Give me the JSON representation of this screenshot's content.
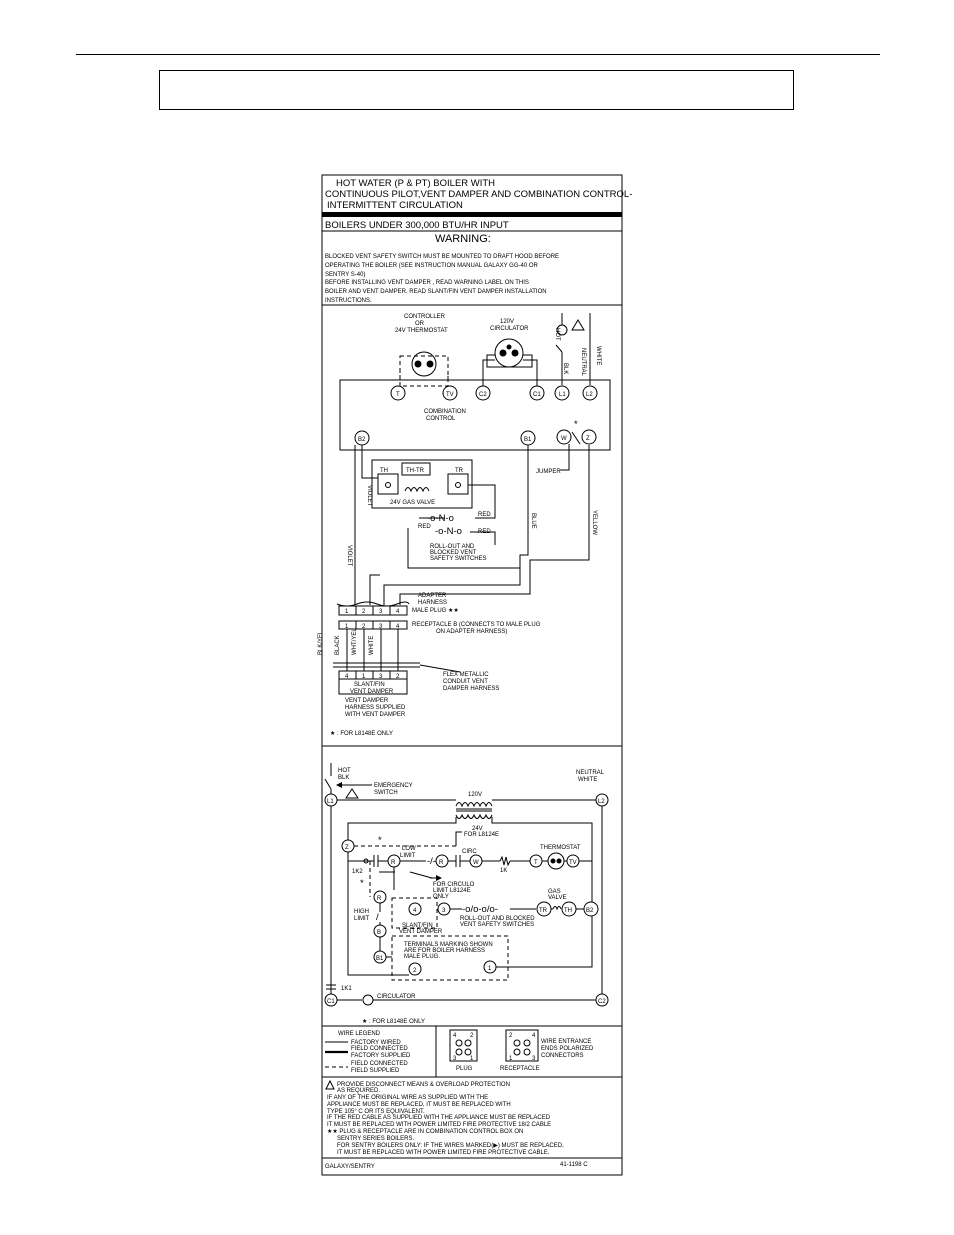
{
  "header_box_text": "",
  "title": {
    "line1": "HOT WATER (P & PT) BOILER WITH",
    "line2": "CONTINUOUS PILOT,VENT DAMPER AND COMBINATION CONTROL-",
    "line3": "INTERMITTENT CIRCULATION",
    "subtitle": "BOILERS UNDER  300,000 BTU/HR INPUT",
    "warning_heading": "WARNING:",
    "warning_lines": [
      "BLOCKED VENT SAFETY SWITCH MUST BE MOUNTED TO DRAFT HOOD BEFORE",
      "OPERATING THE BOILER (SEE INSTRUCTION MANUAL GALAXY GG-40 OR",
      "SENTRY S-40)",
      "BEFORE INSTALLING VENT DAMPER , READ WARNING LABEL ON THIS",
      "BOILER AND VENT DAMPER. READ SLANT/FIN VENT DAMPER INSTALLATION",
      "INSTRUCTIONS."
    ]
  },
  "wiring": {
    "controller_l1": "CONTROLLER",
    "controller_l2": "OR",
    "controller_l3": "24V THERMOSTAT",
    "circulator_l1": "120V",
    "circulator_l2": "CIRCULATOR",
    "hot": "HOT",
    "blk": "BLK",
    "neutral": "NEUTRAL",
    "white": "WHITE",
    "terminals": {
      "t": "T",
      "tv": "TV",
      "c2": "C2",
      "c1": "C1",
      "l1": "L1",
      "l2": "L2",
      "b2": "B2",
      "b1": "B1",
      "w": "W",
      "z": "Z"
    },
    "combination_l1": "COMBINATION",
    "combination_l2": "CONTROL",
    "jumper": "JUMPER",
    "th": "TH",
    "thtr": "TH-TR",
    "tr": "TR",
    "gas_valve": "24V GAS VALVE",
    "violet": "VIOLET",
    "blue": "BLUE",
    "yellow": "YELLOW",
    "red": "RED",
    "rollout_l1": "ROLL-OUT AND",
    "rollout_l2": "BLOCKED VENT",
    "rollout_l3": "SAFETY SWITCHES",
    "adapter_l1": "ADAPTER",
    "adapter_l2": "HARNESS",
    "male_plug": "MALE PLUG ★★",
    "receptacle_l1": "RECEPTACLE B (CONNECTS TO MALE PLUG",
    "receptacle_l2": "ON ADAPTER HARNESS)",
    "wire_colors": [
      "BLK/YEL",
      "BLACK",
      "WHT/YEL",
      "WHITE"
    ],
    "pins_top": [
      "1",
      "2",
      "3",
      "4"
    ],
    "pins_bottom": [
      "4",
      "1",
      "3",
      "2"
    ],
    "flex_l1": "FLEX METALLIC",
    "flex_l2": "CONDUIT VENT",
    "flex_l3": "DAMPER HARNESS",
    "damper_l1": "SLANT/FIN",
    "damper_l2": "VENT DAMPER",
    "harness_l1": "VENT DAMPER",
    "harness_l2": "HARNESS SUPPLIED",
    "harness_l3": "WITH VENT DAMPER",
    "footnote": "★ : FOR L8148E ONLY"
  },
  "ladder": {
    "hot": "HOT",
    "blk": "BLK",
    "emergency_l1": "EMERGENCY",
    "emergency_l2": "SWITCH",
    "neutral": "NEUTRAL",
    "white": "WHITE",
    "v120": "120V",
    "v24": "24V",
    "for_l8124e": "FOR L8124E",
    "low_l1": "LOW",
    "low_l2": "LIMIT",
    "circ": "CIRC",
    "thermostat": "THERMOSTAT",
    "k2": "1K2",
    "k1small": "1K",
    "k1": "1K1",
    "circ_limit_l1": "FOR CIRCULO",
    "circ_limit_l2": "LIMIT L8124E",
    "circ_limit_l3": "ONLY",
    "gas_l1": "GAS",
    "gas_l2": "VALVE",
    "high_l1": "HIGH",
    "high_l2": "LIMIT",
    "rollout_l1": "ROLL-OUT AND BLOCKED",
    "rollout_l2": "VENT SAFETY SWITCHES",
    "slant_l1": "SLANT/FIN",
    "slant_l2": "VENT DAMPER",
    "term_l1": "TERMINALS MARKING SHOWN",
    "term_l2": "ARE FOR BOILER HARNESS",
    "term_l3": "MALE PLUG.",
    "circulator": "CIRCULATOR",
    "footnote": "★ : FOR L8148E ONLY",
    "nodes": {
      "l1": "L1",
      "l2": "L2",
      "z": "Z",
      "r": "R",
      "w": "W",
      "t": "T",
      "tv": "TV",
      "b": "B",
      "tr": "TR",
      "th": "TH",
      "b2": "B2",
      "b1": "B1",
      "c1": "C1",
      "c2": "C2",
      "n4": "4",
      "n3": "3",
      "n2": "2",
      "n1": "1"
    }
  },
  "legend": {
    "title": "WIRE LEGEND",
    "items": [
      "FACTORY WIRED",
      "FIELD CONNECTED",
      "FACTORY SUPPLIED",
      "FIELD CONNECTED",
      "FIELD SUPPLIED"
    ],
    "plug": "PLUG",
    "receptacle": "RECEPTACLE",
    "entrance_l1": "WIRE ENTRANCE",
    "entrance_l2": "ENDS POLARIZED",
    "entrance_l3": "CONNECTORS"
  },
  "notes": [
    "PROVIDE DISCONNECT MEANS & OVERLOAD PROTECTION",
    "AS REQUIRED.",
    "IF ANY OF THE ORIGINAL WIRE AS SUPPLIED WITH THE",
    "APPLIANCE MUST BE REPLACED, IT MUST BE REPLACED WITH",
    "TYPE 105° C OR ITS EQUIVALENT.",
    "IF THE RED CABLE AS SUPPLIED WITH THE APPLIANCE MUST BE REPLACED",
    "IT MUST BE REPLACED WITH POWER LIMITED FIRE PROTECTIVE 18/2 CABLE",
    "★★ PLUG & RECEPTACLE ARE IN COMBINATION CONTROL BOX ON",
    "SENTRY SERIES BOILERS.",
    "FOR SENTRY BOILERS ONLY: IF THE WIRES MARKED(▶) MUST BE REPLACED,",
    "IT MUST BE REPLACED WITH POWER LIMITED FIRE PROTECTIVE CABLE."
  ],
  "footer": {
    "left": "GALAXY/SENTRY",
    "right": "41-1198 C"
  }
}
